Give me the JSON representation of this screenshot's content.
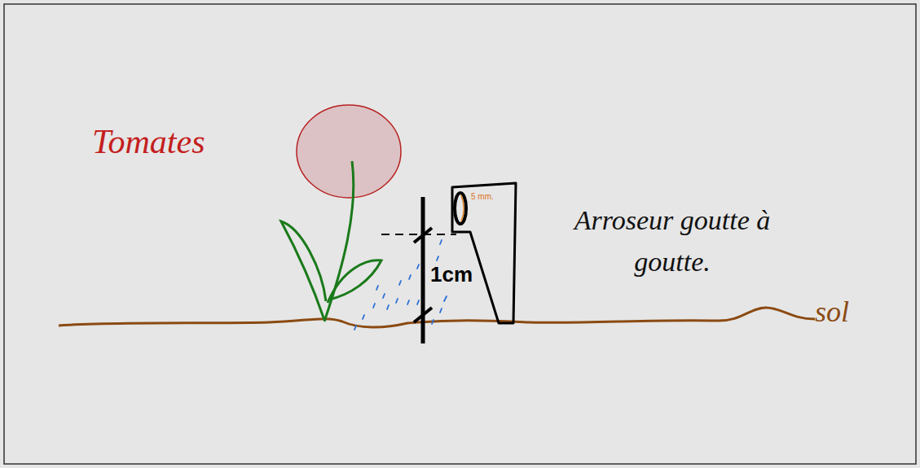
{
  "diagram": {
    "labels": [
      "Tomates",
      "5 mm.",
      "1cm",
      "Arroseur goutte à goutte.",
      "sol"
    ]
  }
}
